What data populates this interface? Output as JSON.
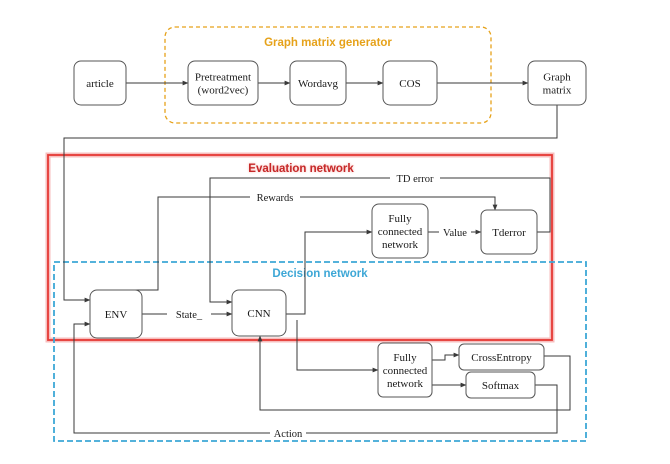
{
  "regions": {
    "graph_generator": {
      "label": "Graph matrix generator",
      "color": "#e6a21a"
    },
    "evaluation": {
      "label": "Evaluation network",
      "color": "#e53935"
    },
    "decision": {
      "label": "Decision network",
      "color": "#3da7d6"
    }
  },
  "nodes": {
    "article": [
      "article"
    ],
    "pretreatment": [
      "Pretreatment",
      "(word2vec)"
    ],
    "wordavg": [
      "Wordavg"
    ],
    "cos": [
      "COS"
    ],
    "graph_matrix": [
      "Graph",
      "matrix"
    ],
    "env": [
      "ENV"
    ],
    "cnn": [
      "CNN"
    ],
    "fc_eval": [
      "Fully",
      "connected",
      "network"
    ],
    "tderror_node": [
      "Tderror"
    ],
    "fc_dec": [
      "Fully",
      "connected",
      "network"
    ],
    "crossentropy": [
      "CrossEntropy"
    ],
    "softmax": [
      "Softmax"
    ]
  },
  "edge_labels": {
    "state": "State_",
    "rewards": "Rewards",
    "td_error": "TD error",
    "value": "Value",
    "action": "Action"
  }
}
